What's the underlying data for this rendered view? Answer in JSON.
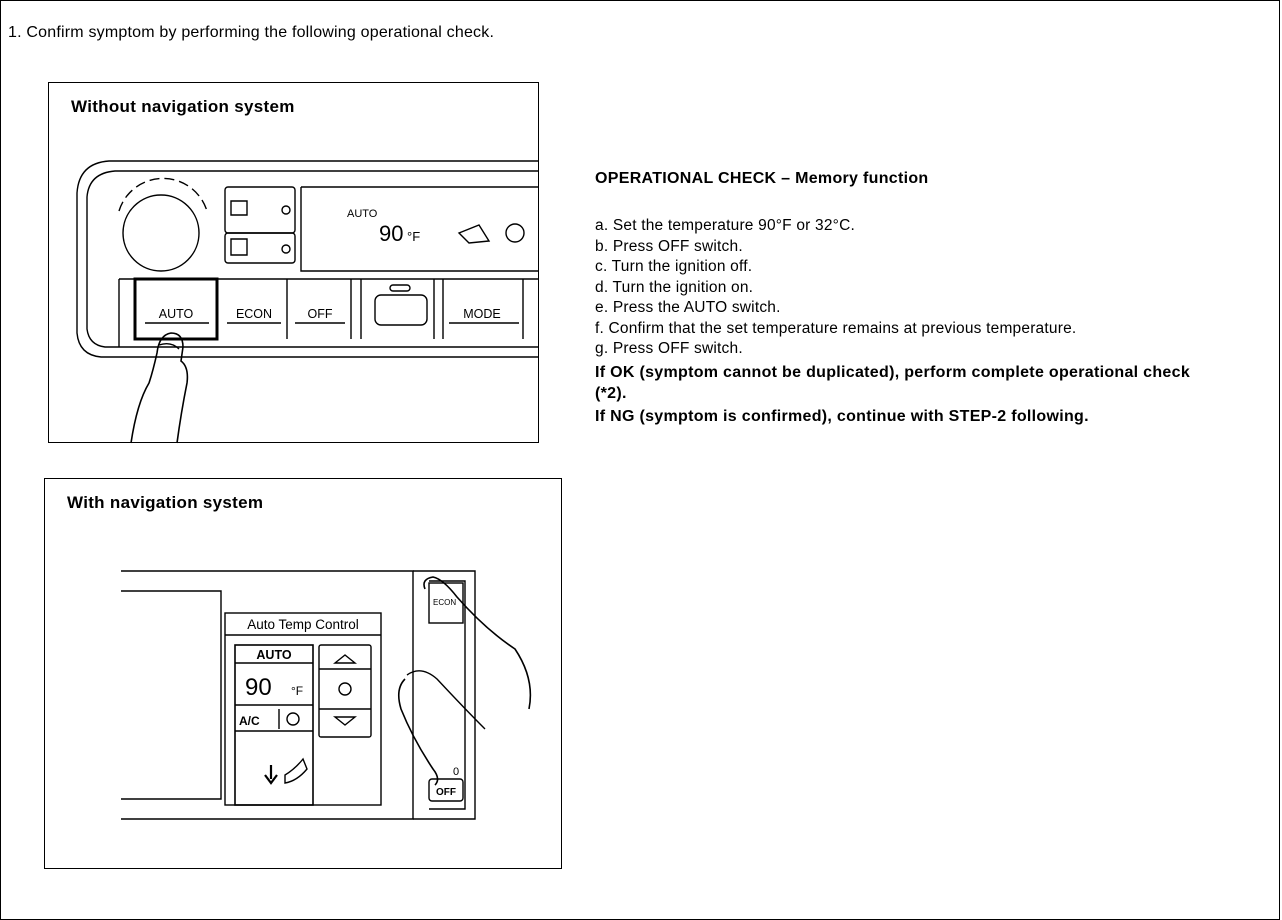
{
  "step": {
    "text": "1. Confirm symptom by performing the following operational check."
  },
  "panel_without_nav": {
    "title": "Without navigation system",
    "display_auto": "AUTO",
    "display_temp": "90",
    "display_unit": "°F",
    "buttons": [
      "AUTO",
      "ECON",
      "OFF",
      "MODE"
    ]
  },
  "panel_with_nav": {
    "title": "With navigation system",
    "screen_title": "Auto Temp Control",
    "auto_label": "AUTO",
    "temp": "90",
    "unit": "°F",
    "ac_label": "A/C",
    "econ_label": "ECON",
    "off_label": "OFF",
    "side_digit": "0"
  },
  "operational_check": {
    "title": "OPERATIONAL CHECK – Memory function",
    "steps": [
      "a. Set the temperature 90°F or 32°C.",
      "b. Press OFF switch.",
      "c. Turn the ignition off.",
      "d. Turn the ignition on.",
      "e. Press the AUTO switch.",
      "f. Confirm that the set temperature remains at previous temperature.",
      "g. Press OFF switch."
    ],
    "result_ok": "If OK (symptom cannot be duplicated), perform complete operational check (*2).",
    "result_ng": "If NG (symptom is confirmed), continue with STEP-2 following."
  }
}
